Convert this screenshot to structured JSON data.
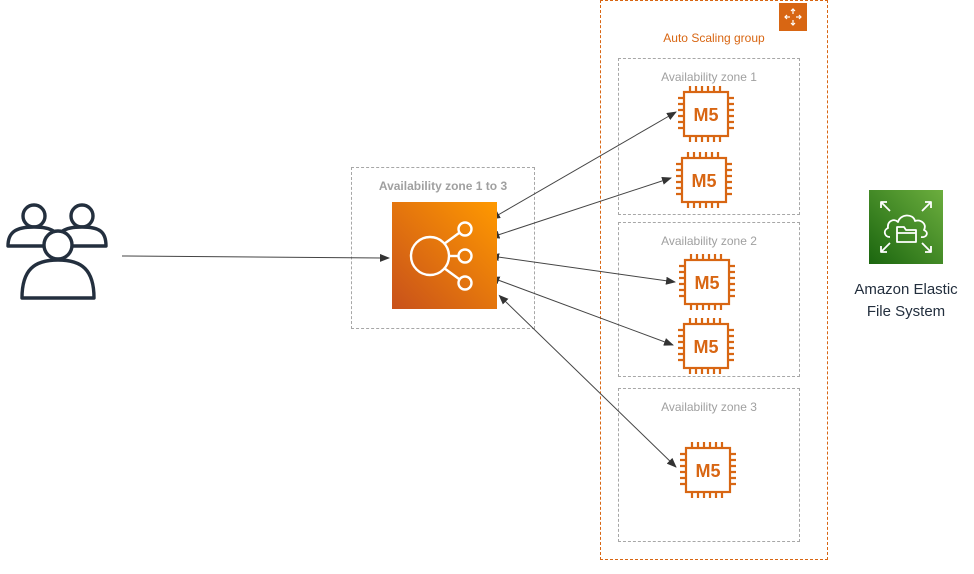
{
  "users": {
    "icon": "users-icon"
  },
  "load_balancer": {
    "zone_label": "Availability zone 1 to 3",
    "icon": "elastic-load-balancer-icon",
    "color_from": "#c8511b",
    "color_to": "#ff9900"
  },
  "auto_scaling_group": {
    "label": "Auto Scaling group",
    "icon": "auto-scaling-icon",
    "color": "#d86613",
    "zones": [
      {
        "label": "Availability zone 1",
        "instances": [
          "M5",
          "M5"
        ]
      },
      {
        "label": "Availability zone 2",
        "instances": [
          "M5",
          "M5"
        ]
      },
      {
        "label": "Availability zone 3",
        "instances": [
          "M5"
        ]
      }
    ]
  },
  "efs": {
    "line1": "Amazon Elastic",
    "line2": "File System",
    "icon": "efs-icon",
    "color_from": "#1b660f",
    "color_to": "#6cae3e"
  }
}
